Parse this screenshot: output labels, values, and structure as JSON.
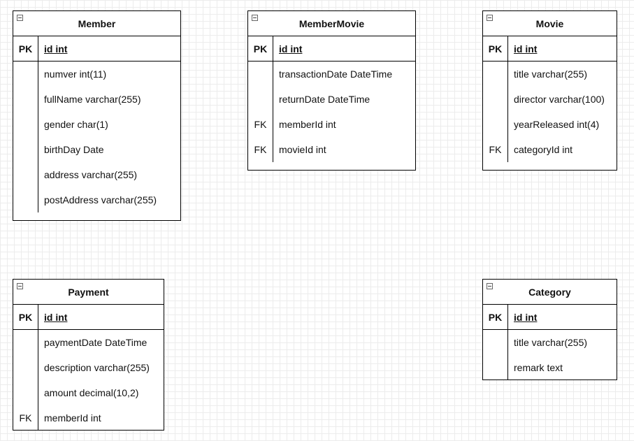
{
  "entities": {
    "member": {
      "title": "Member",
      "pk": {
        "key": "PK",
        "field": "id int"
      },
      "rows": [
        {
          "key": "",
          "field": "numver int(11)"
        },
        {
          "key": "",
          "field": "fullName varchar(255)"
        },
        {
          "key": "",
          "field": "gender char(1)"
        },
        {
          "key": "",
          "field": "birthDay Date"
        },
        {
          "key": "",
          "field": "address varchar(255)"
        },
        {
          "key": "",
          "field": "postAddress varchar(255)"
        }
      ]
    },
    "membermovie": {
      "title": "MemberMovie",
      "pk": {
        "key": "PK",
        "field": "id int"
      },
      "rows": [
        {
          "key": "",
          "field": "transactionDate DateTime"
        },
        {
          "key": "",
          "field": "returnDate DateTime"
        },
        {
          "key": "FK",
          "field": "memberId int"
        },
        {
          "key": "FK",
          "field": "movieId int"
        }
      ]
    },
    "movie": {
      "title": "Movie",
      "pk": {
        "key": "PK",
        "field": "id int"
      },
      "rows": [
        {
          "key": "",
          "field": "title varchar(255)"
        },
        {
          "key": "",
          "field": "director varchar(100)"
        },
        {
          "key": "",
          "field": "yearReleased int(4)"
        },
        {
          "key": "FK",
          "field": "categoryId int"
        }
      ]
    },
    "payment": {
      "title": "Payment",
      "pk": {
        "key": "PK",
        "field": "id int"
      },
      "rows": [
        {
          "key": "",
          "field": "paymentDate DateTime"
        },
        {
          "key": "",
          "field": "description varchar(255)"
        },
        {
          "key": "",
          "field": "amount decimal(10,2)"
        },
        {
          "key": "FK",
          "field": "memberId int"
        }
      ]
    },
    "category": {
      "title": "Category",
      "pk": {
        "key": "PK",
        "field": "id int"
      },
      "rows": [
        {
          "key": "",
          "field": "title varchar(255)"
        },
        {
          "key": "",
          "field": "remark text"
        }
      ]
    }
  }
}
